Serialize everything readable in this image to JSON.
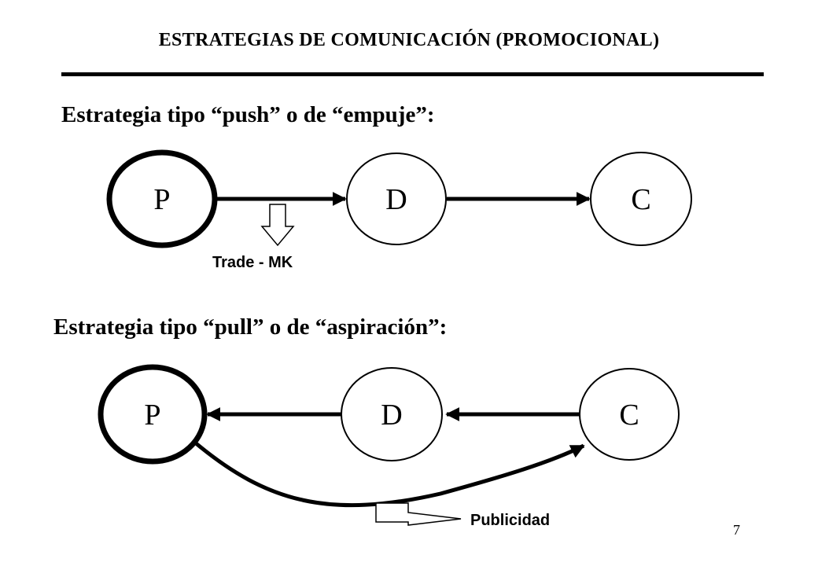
{
  "header": {
    "title": "ESTRATEGIAS DE COMUNICACIÓN (PROMOCIONAL)"
  },
  "push": {
    "title": "Estrategia tipo “push” o de “empuje”:",
    "nodes": {
      "p": "P",
      "d": "D",
      "c": "C"
    },
    "annotation": "Trade - MK"
  },
  "pull": {
    "title": "Estrategia tipo “pull” o de “aspiración”:",
    "nodes": {
      "p": "P",
      "d": "D",
      "c": "C"
    },
    "annotation": "Publicidad"
  },
  "footer": {
    "page_number": "7"
  }
}
